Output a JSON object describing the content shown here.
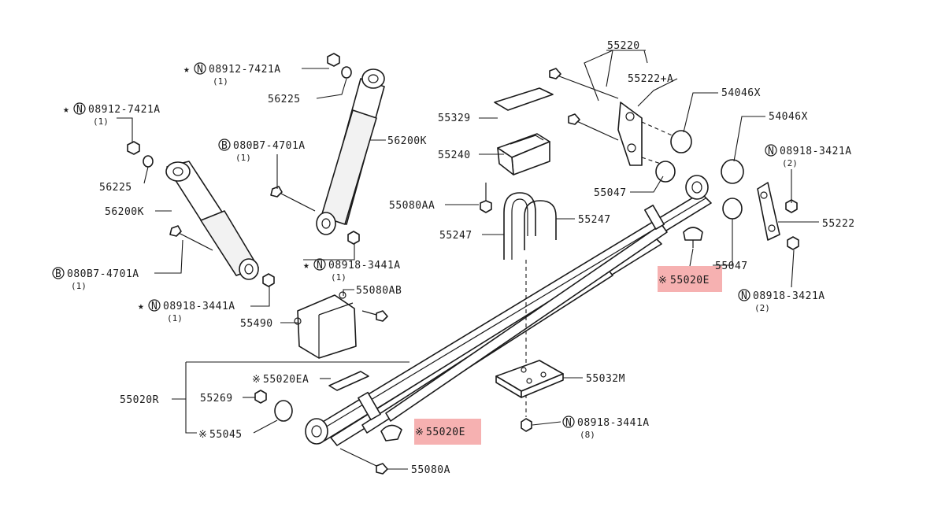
{
  "colors": {
    "highlight": "#f5a3a3",
    "line": "#1a1a1a",
    "background": "#ffffff"
  },
  "labels": {
    "p55220": "55220",
    "p55222A": "55222+A",
    "p54046X_1": "54046X",
    "p54046X_2": "54046X",
    "p08918_3421A_top": "08918-3421A",
    "p08918_3421A_top_qty": "(2)",
    "p55222": "55222",
    "p55047_upper": "55047",
    "p55047_lower": "55047",
    "p55020E_right": "55020E",
    "p08918_3421A_bottom": "08918-3421A",
    "p08918_3421A_bottom_qty": "(2)",
    "p55329": "55329",
    "p55240": "55240",
    "p55080AA": "55080AA",
    "p55247_right": "55247",
    "p55247_left": "55247",
    "p08912_7421A_top": "08912-7421A",
    "p08912_7421A_top_qty": "(1)",
    "p56225_top": "56225",
    "p56200K_right": "56200K",
    "p08087_4701A_top": "080B7-4701A",
    "p08087_4701A_top_qty": "(1)",
    "p08918_3441A_mid": "08918-3441A",
    "p08918_3441A_mid_qty": "(1)",
    "p08912_7421A_left": "08912-7421A",
    "p08912_7421A_left_qty": "(1)",
    "p56225_left": "56225",
    "p56200K_left": "56200K",
    "p08087_4701A_left": "080B7-4701A",
    "p08087_4701A_left_qty": "(1)",
    "p08918_3441A_left": "08918-3441A",
    "p08918_3441A_left_qty": "(1)",
    "p55080AB": "55080AB",
    "p55490": "55490",
    "p55020EA": "55020EA",
    "p55020R": "55020R",
    "p55269": "55269",
    "p55045": "55045",
    "p55020E_bottom": "55020E",
    "p55080A": "55080A",
    "p55032M": "55032M",
    "p08918_3441A_bottom": "08918-3441A",
    "p08918_3441A_bottom_qty": "(8)"
  },
  "symbols": {
    "star": "★",
    "note": "※",
    "N": "N",
    "B": "B"
  }
}
